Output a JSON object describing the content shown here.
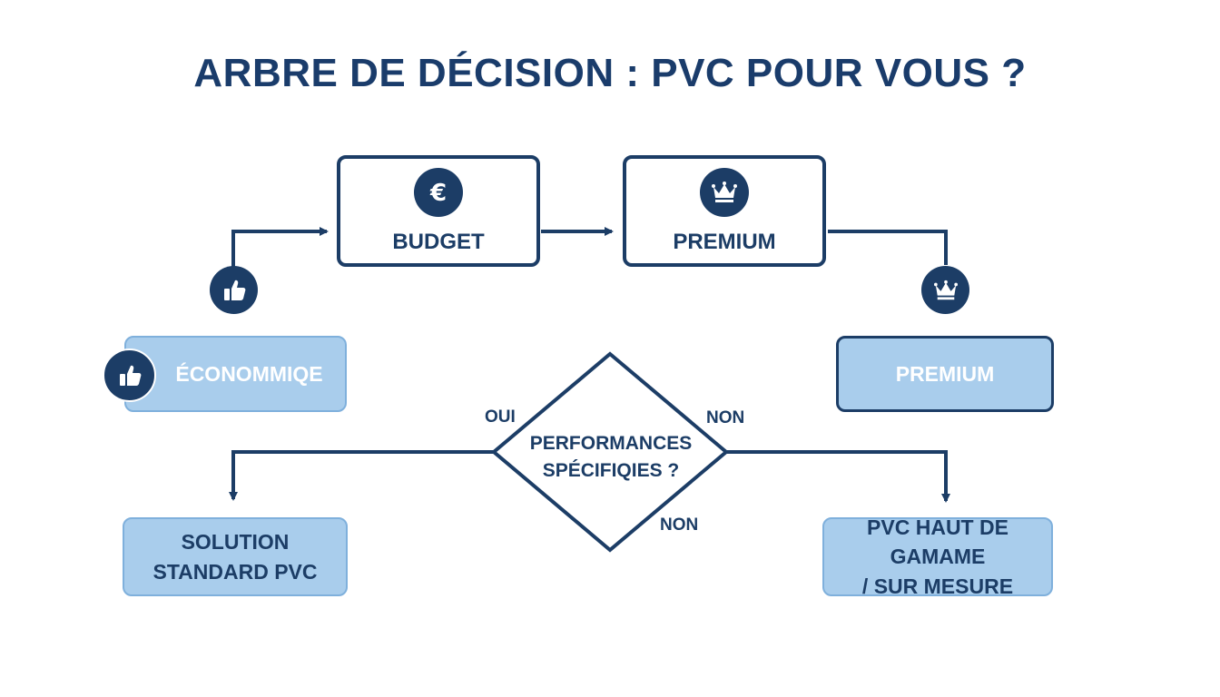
{
  "title": "ARBRE DE DÉCISION : PVC POUR VOUS ?",
  "nodes": {
    "budget": {
      "label": "BUDGET",
      "icon": "euro-icon"
    },
    "premium_top": {
      "label": "PREMIUM",
      "icon": "crown-icon"
    },
    "economique": {
      "label": "ÉCONOMMIQE",
      "icon": "thumbs-up-icon"
    },
    "premium_right": {
      "label": "PREMIUM"
    },
    "decision": {
      "line1": "PERFORMANCES",
      "line2": "SPÉCIFIQIES ?"
    },
    "solution_standard": {
      "line1": "SOLUTION",
      "line2": "STANDARD PVC"
    },
    "pvc_haut_gamme": {
      "line1": "PVC HAUT DE GAMAME",
      "line2": "/ SUR MESURE"
    }
  },
  "edge_labels": {
    "oui": "OUI",
    "non_top": "NON",
    "non_bottom": "NON"
  },
  "colors": {
    "navy": "#1c3d66",
    "light_blue": "#a9cdec",
    "white": "#ffffff"
  }
}
